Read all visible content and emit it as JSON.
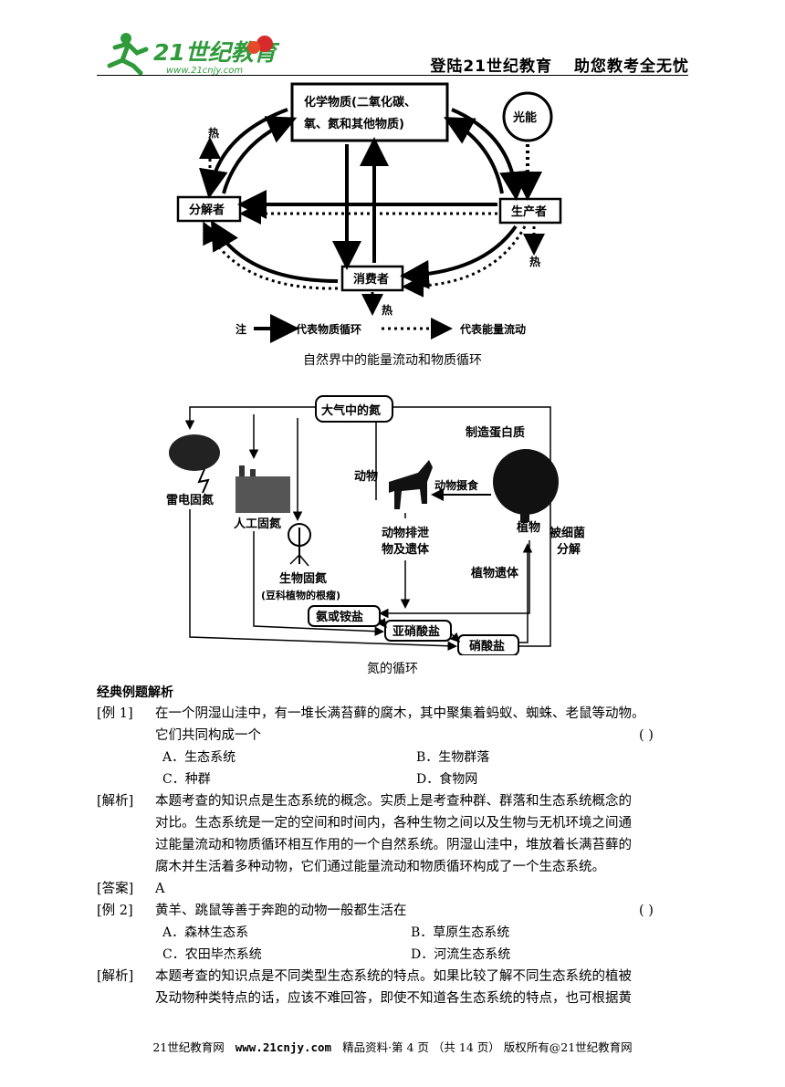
{
  "header": {
    "logo_text": "21世纪教育",
    "logo_url": "www.21cnjy.com",
    "slogan_left": "登陆21世纪教育",
    "slogan_right": "助您教考全无忧"
  },
  "diagram1": {
    "chemicals_line1": "化学物质(二氧化碳、",
    "chemicals_line2": "氧、氮和其他物质)",
    "light": "光能",
    "decomposer": "分解者",
    "producer": "生产者",
    "consumer": "消费者",
    "heat": "热",
    "legend_note": "注",
    "legend_solid": "代表物质循环",
    "legend_dotted": "代表能量流动",
    "caption": "自然界中的能量流动和物质循环"
  },
  "diagram2": {
    "atmosphere": "大气中的氮",
    "lightning": "雷电固氮",
    "industrial": "人工固氮",
    "animal": "动物",
    "make_protein": "制造蛋白质",
    "animal_eat": "动物摄食",
    "excreta_line1": "动物排泄",
    "excreta_line2": "物及遗体",
    "plant": "植物",
    "bacteria_line1": "被细菌",
    "bacteria_line2": "分解",
    "plant_remains": "植物遗体",
    "bio_fix": "生物固氮",
    "bio_fix_note": "(豆科植物的根瘤)",
    "ammonia": "氨或铵盐",
    "nitrite": "亚硝酸盐",
    "nitrate": "硝酸盐",
    "caption": "氮的循环"
  },
  "section_title": "经典例题解析",
  "q1": {
    "tag": "[例 1]",
    "line1": "在一个阴湿山洼中，有一堆长满苔藓的腐木，其中聚集着蚂蚁、蜘蛛、老鼠等动物。",
    "line2": "它们共同构成一个",
    "paren": "(       )",
    "opt_a": "A．生态系统",
    "opt_b": "B．生物群落",
    "opt_c": "C．种群",
    "opt_d": "D．食物网"
  },
  "a1": {
    "tag": "[解析]",
    "line1": "本题考查的知识点是生态系统的概念。实质上是考查种群、群落和生态系统概念的",
    "line2": "对比。生态系统是一定的空间和时间内，各种生物之间以及生物与无机环境之间通",
    "line3": "过能量流动和物质循环相互作用的一个自然系统。阴湿山洼中，堆放着长满苔藓的",
    "line4": "腐木并生活着多种动物，它们通过能量流动和物质循环构成了一个生态系统。"
  },
  "ans1": {
    "tag": "[答案]",
    "value": "A"
  },
  "q2": {
    "tag": "[例 2]",
    "line1": "黄羊、跳鼠等善于奔跑的动物一般都生活在",
    "paren": "(       )",
    "opt_a": "A．森林生态系",
    "opt_b": "B．草原生态系统",
    "opt_c": "C．农田毕杰系统",
    "opt_d": "D．河流生态系统"
  },
  "a2": {
    "tag": "[解析]",
    "line1": "本题考查的知识点是不同类型生态系统的特点。如果比较了解不同生态系统的植被",
    "line2": "及动物种类特点的话，应该不难回答，即使不知道各生态系统的特点，也可根据黄"
  },
  "footer": {
    "left": "21世纪教育网",
    "url": "www.21cnjy.com",
    "right": "精品资料·第 4 页 （共 14 页） 版权所有@21世纪教育网"
  }
}
